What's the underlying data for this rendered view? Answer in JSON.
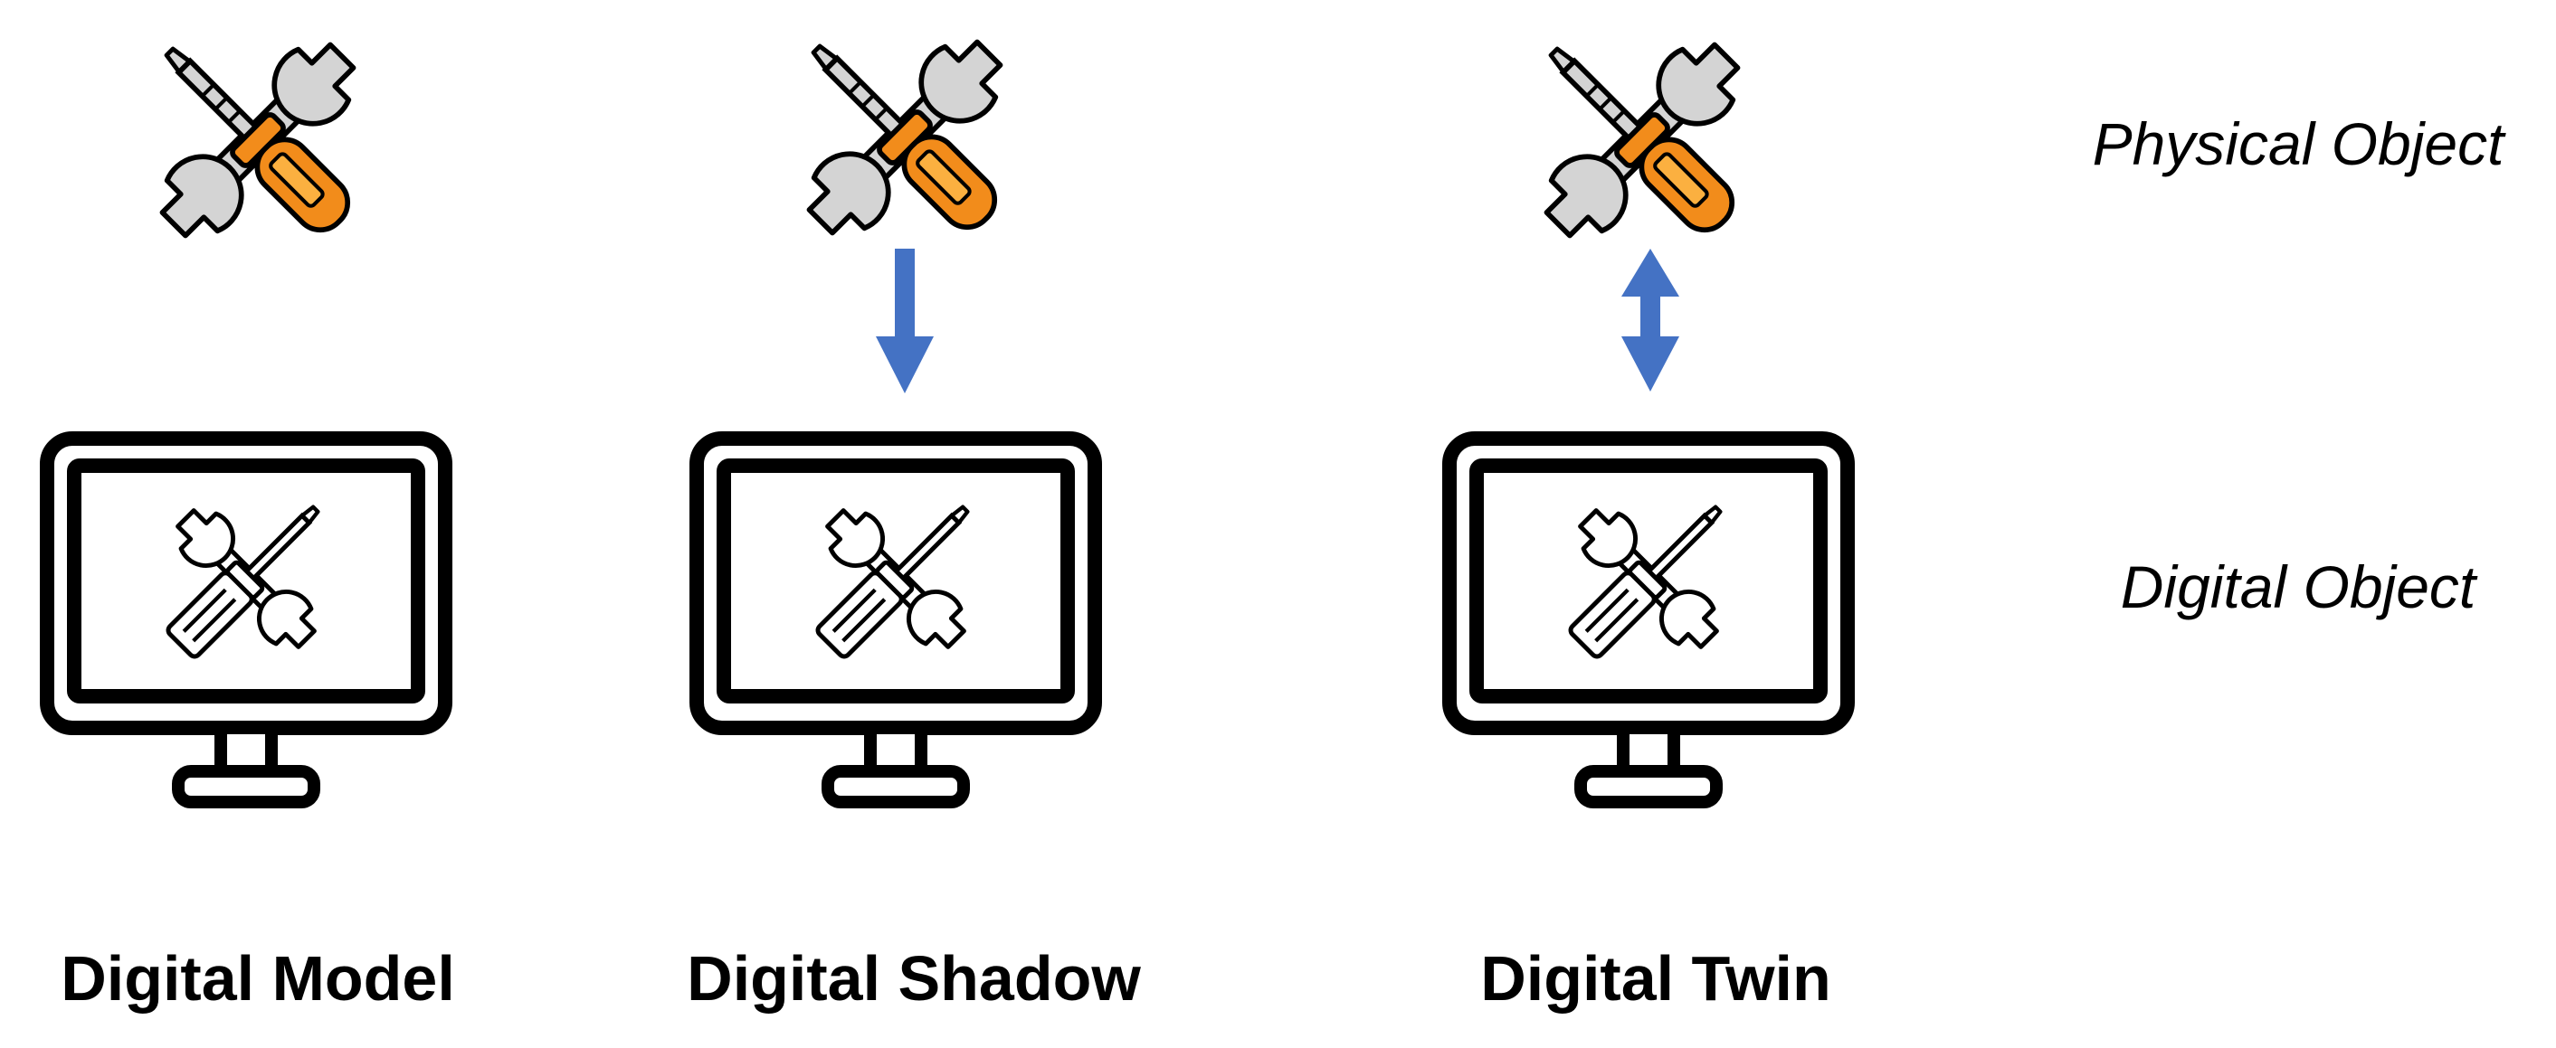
{
  "row_labels": {
    "physical": "Physical Object",
    "digital": "Digital Object"
  },
  "columns": [
    {
      "label": "Digital Model",
      "link": "none"
    },
    {
      "label": "Digital Shadow",
      "link": "one-way"
    },
    {
      "label": "Digital Twin",
      "link": "bidirectional"
    }
  ],
  "colors": {
    "arrow": "#4472C4",
    "outline": "#000000",
    "screwdriver_handle": "#F28C1B",
    "screwdriver_highlight": "#FBB040",
    "wrench_fill": "#D4D4D4",
    "background": "#FFFFFF"
  },
  "icons": {
    "physical": "tools-icon",
    "digital": "monitor-with-tools-icon",
    "link": "arrow-icon"
  }
}
